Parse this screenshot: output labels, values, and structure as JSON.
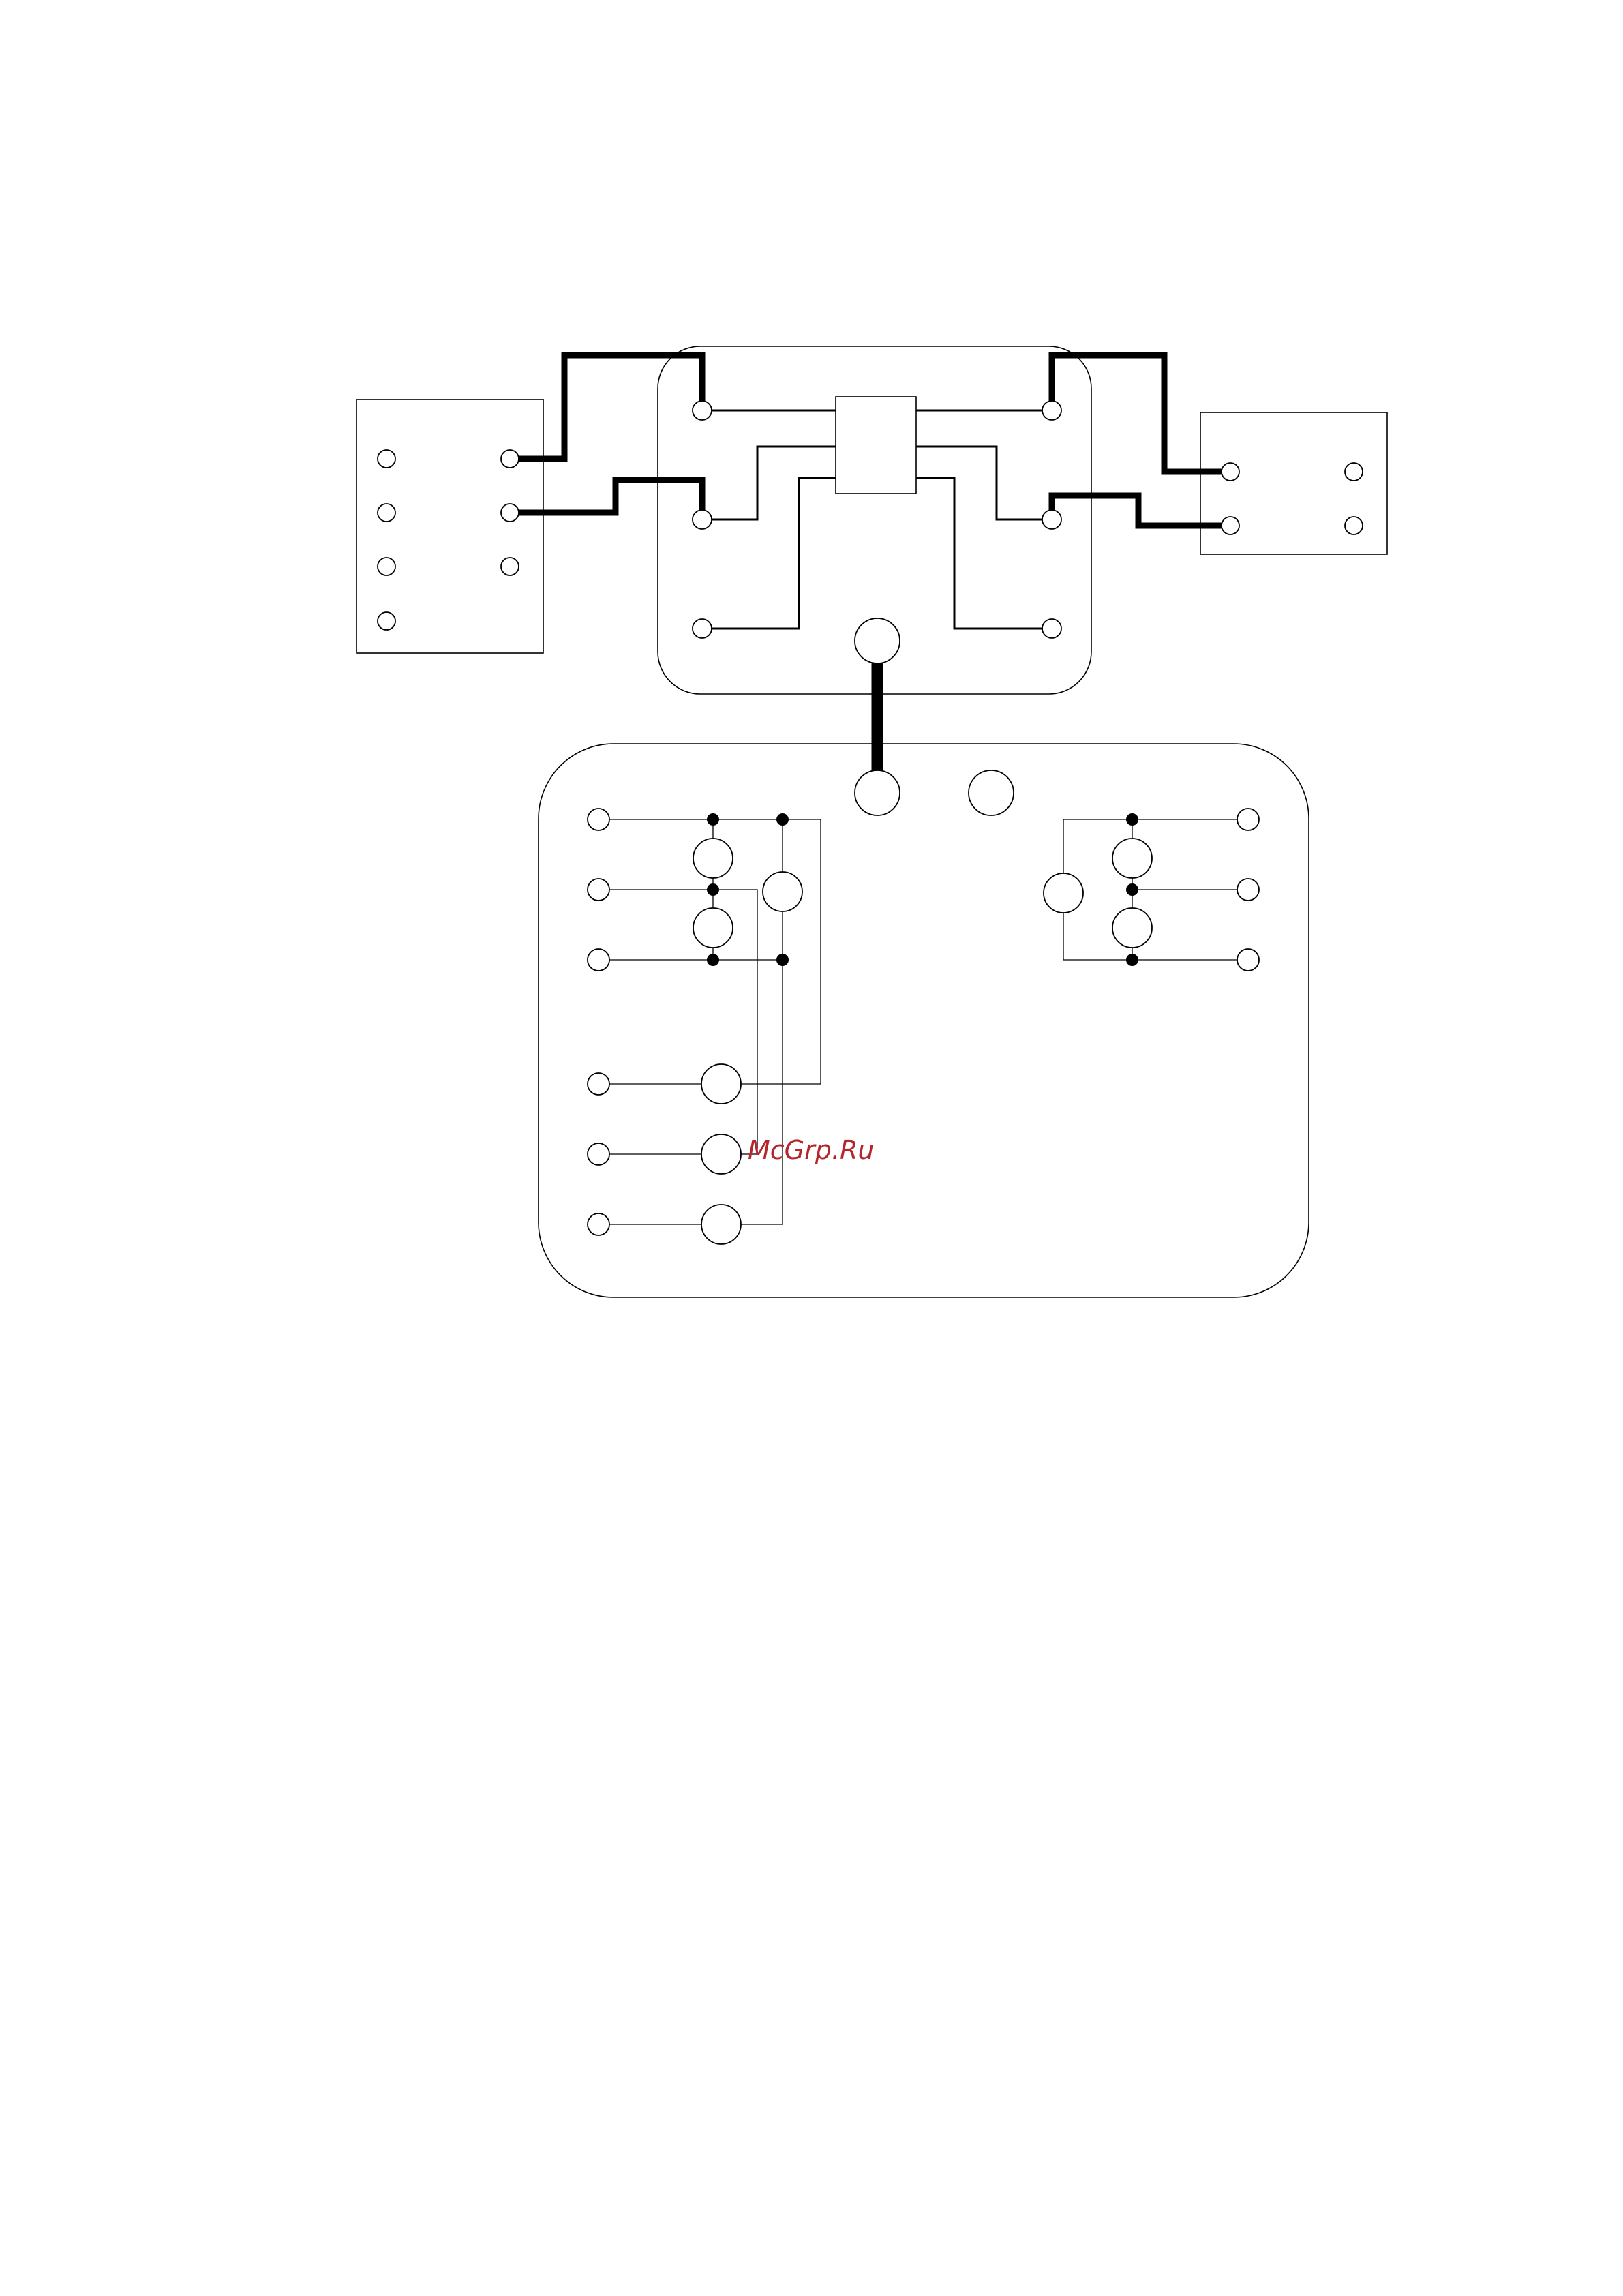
{
  "watermark": {
    "text": "McGrp.Ru",
    "color": "#b3262b"
  },
  "colors": {
    "line": "#000000",
    "background": "#ffffff"
  },
  "components": [
    "left-terminal-block",
    "center-connector-module",
    "right-terminal-block",
    "main-control-board",
    "center-switch-unit"
  ]
}
